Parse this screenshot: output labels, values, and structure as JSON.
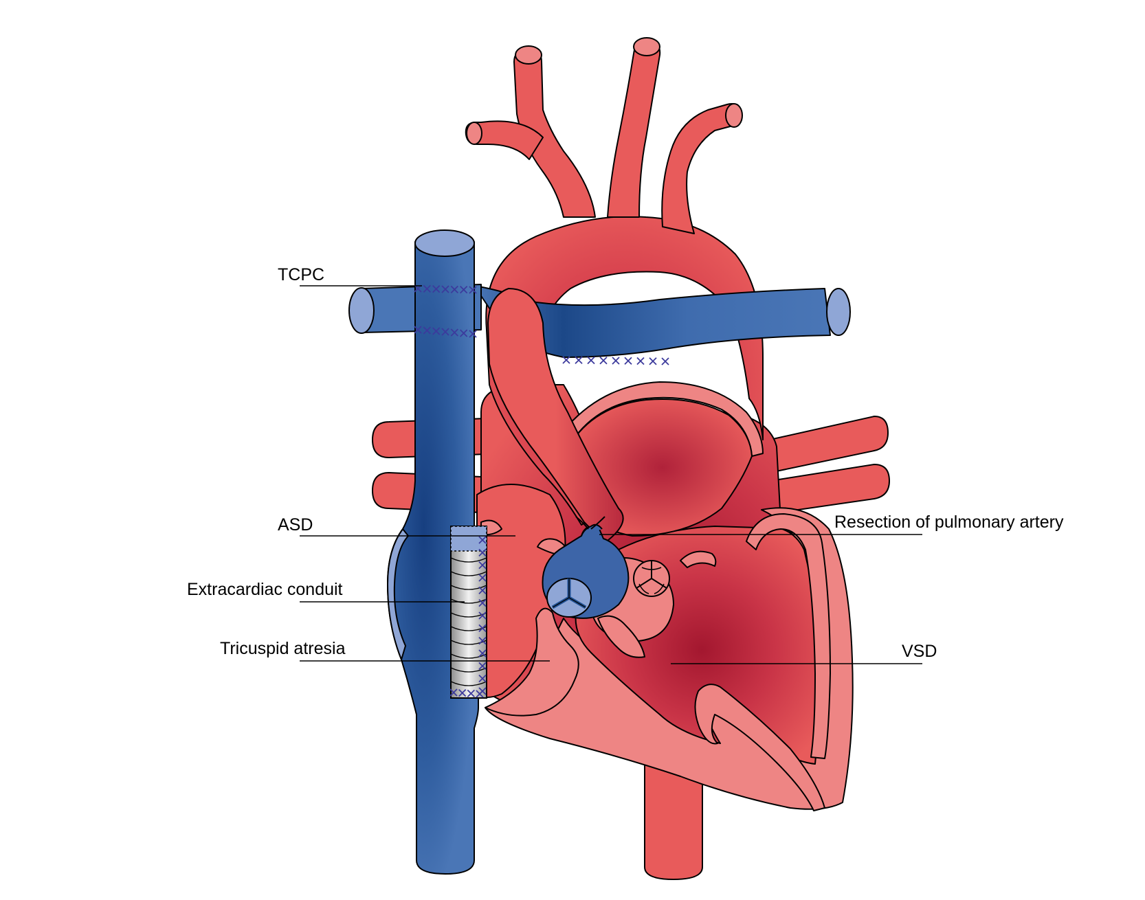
{
  "labels": {
    "tcpc": "TCPC",
    "asd": "ASD",
    "extracardiac_conduit": "Extracardiac conduit",
    "tricuspid_atresia": "Tricuspid atresia",
    "resection_pulmonary_artery": "Resection of pulmonary artery",
    "vsd": "VSD"
  },
  "colors": {
    "artery_red": "#e85b5b",
    "artery_dark": "#a3172f",
    "ventricle_wall": "#ee8584",
    "vein_blue": "#4a76b6",
    "vein_dark": "#1f4f91",
    "vein_light": "#8fa6d6",
    "suture": "#3c3a9c",
    "conduit_gray": "#d4d4d4"
  },
  "icons": {
    "stitch": "x-cross-stitch",
    "valve": "trileaflet-valve"
  }
}
